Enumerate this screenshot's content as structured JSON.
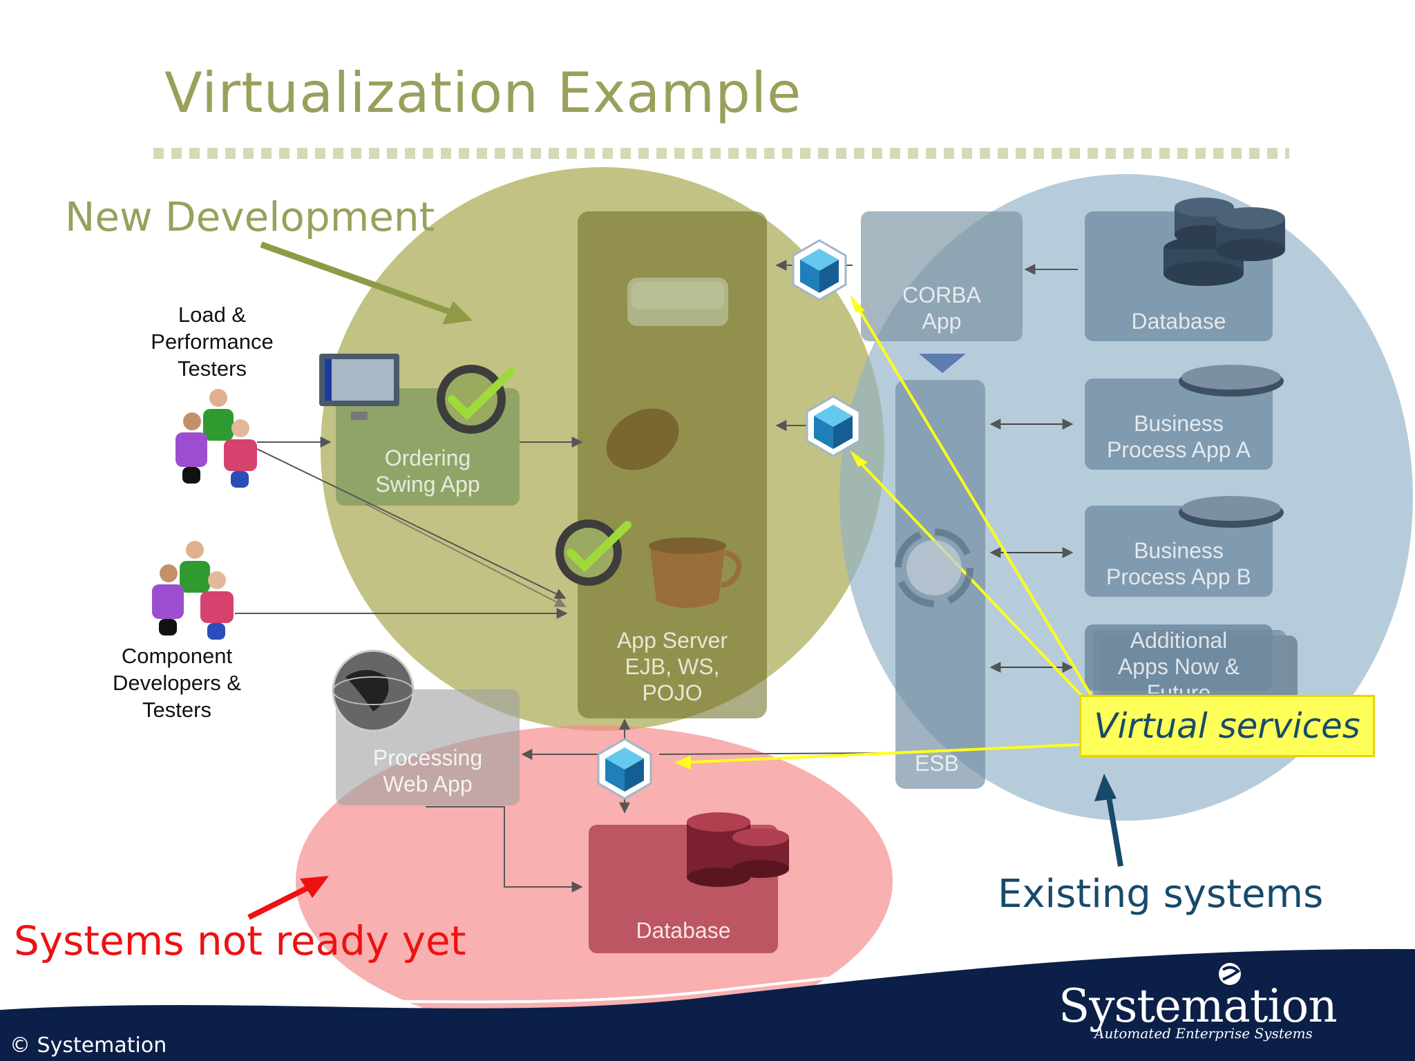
{
  "slide": {
    "title": "Virtualization Example",
    "labels": {
      "new_development": "New Development",
      "systems_not_ready": "Systems not ready yet",
      "existing_systems": "Existing systems",
      "virtual_services": "Virtual services"
    },
    "actors": {
      "load_testers": [
        "Load &",
        "Performance",
        "Testers"
      ],
      "component_devs": [
        "Component",
        "Developers &",
        "Testers"
      ]
    },
    "components": {
      "ordering_app": [
        "Ordering",
        "Swing App"
      ],
      "app_server": [
        "App Server",
        "EJB, WS,",
        "POJO"
      ],
      "processing_app": [
        "Processing",
        "Web App"
      ],
      "db_red": "Database",
      "corba": [
        "CORBA",
        "App"
      ],
      "db_blue": "Database",
      "bp_a": [
        "Business",
        "Process App A"
      ],
      "bp_b": [
        "Business",
        "Process App B"
      ],
      "additional": [
        "Additional",
        "Apps Now &",
        "Future"
      ],
      "esb": "ESB"
    },
    "footer": {
      "copyright": "© Systemation",
      "logo_name": "Systemation",
      "logo_tagline": "Automated Enterprise Systems"
    },
    "colors": {
      "olive": "#9aa05b",
      "red": "#ee1111",
      "steel_blue": "#174a6a",
      "yellow": "#ffff5a",
      "navy": "#0b1f48"
    }
  }
}
